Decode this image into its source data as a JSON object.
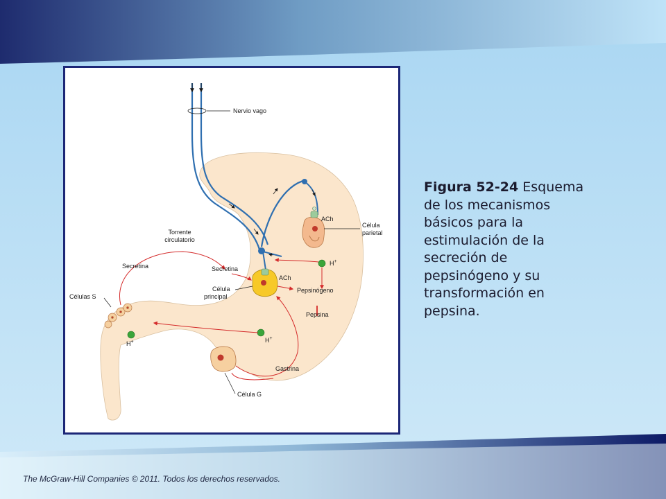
{
  "caption": {
    "title": "Figura 52-24",
    "text": " Esquema de los mecanismos básicos para la estimulación de la secreción de pepsinógeno y su transformación en pepsina."
  },
  "footer": "The McGraw-Hill Companies © 2011. Todos los derechos reservados.",
  "diagram": {
    "labels": {
      "nervio_vago": "Nervio vago",
      "torrente": [
        "Torrente",
        "circulatorio"
      ],
      "secretina_left": "Secretina",
      "secretina_right": "Secretina",
      "celulas_s": "Células S",
      "celula_principal": [
        "Célula",
        "principal"
      ],
      "ach_top": "ACh",
      "ach_bottom": "ACh",
      "celula_parietal": [
        "Célula",
        "parietal"
      ],
      "h_plus": "H",
      "plus": "+",
      "pepsinogeno": "Pepsinógeno",
      "pepsina": "Pepsina",
      "gastrina": "Gastrina",
      "celula_g": "Célula G"
    }
  },
  "colors": {
    "nerve": "#2f6fb0",
    "stomach": "#fbe6cc",
    "arrow": "#d42a2a",
    "parietal_cell": "#f3b98e",
    "chief_cell": "#f7c928",
    "ion": "#3aa53a",
    "frame": "#1c2777"
  }
}
